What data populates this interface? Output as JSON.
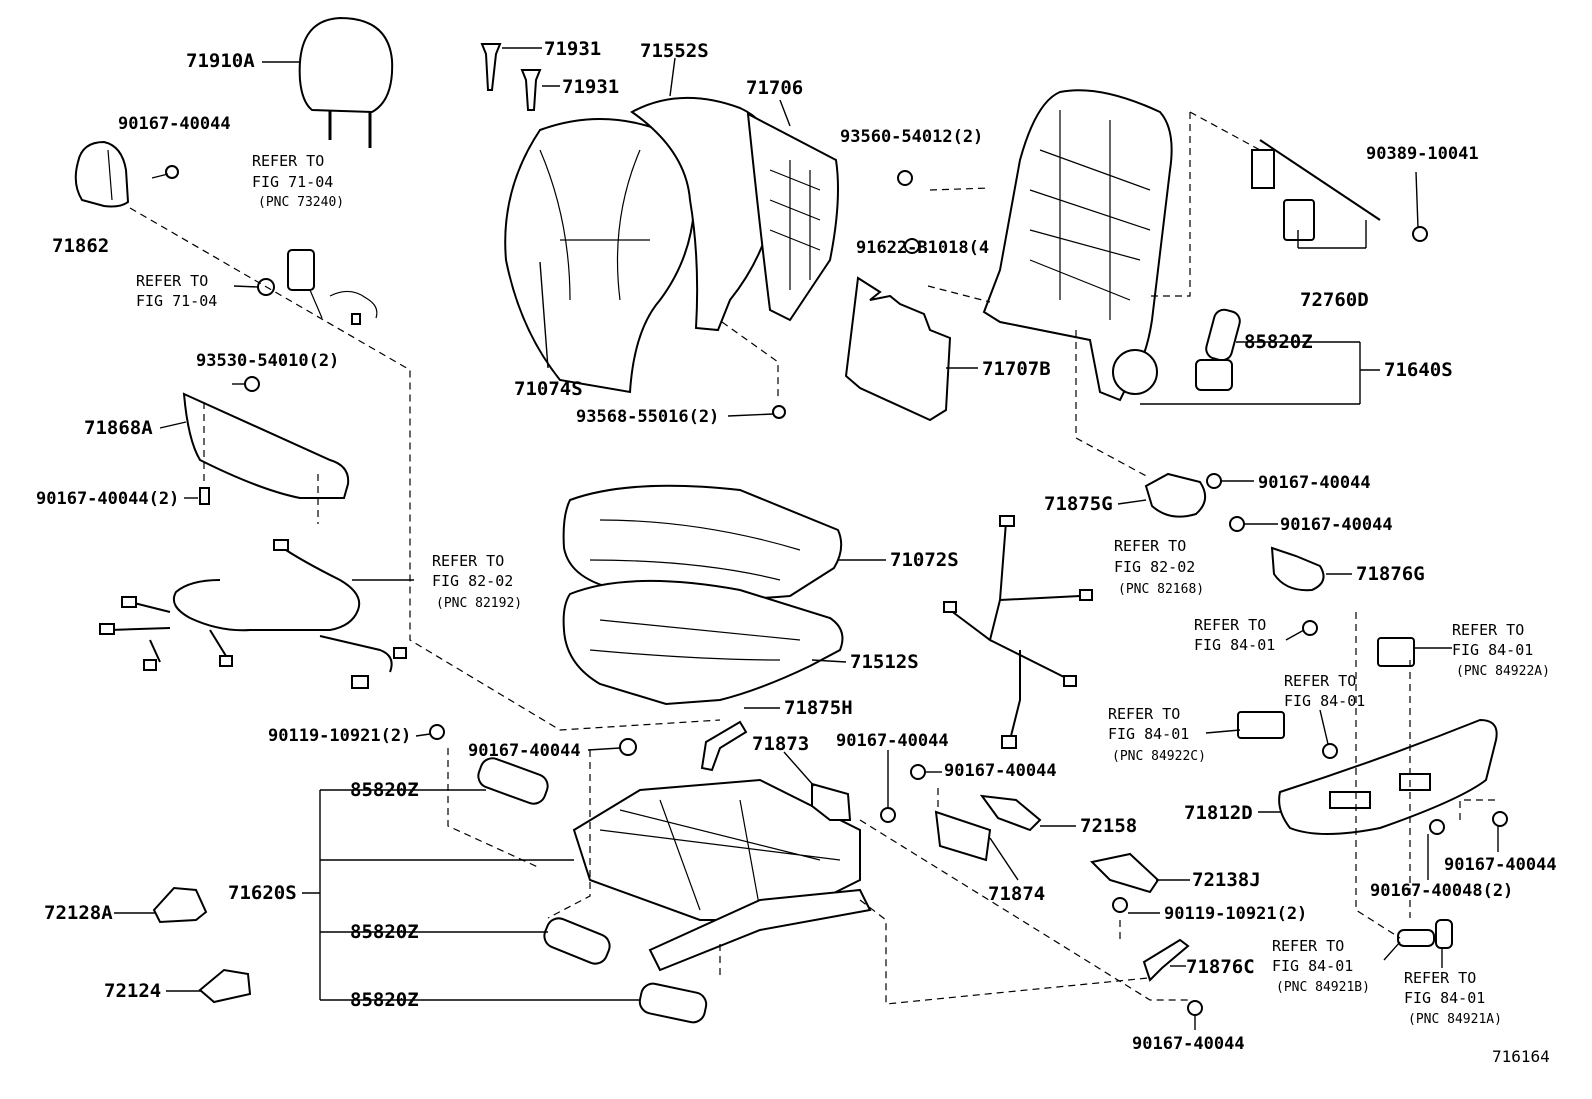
{
  "diagram_id": "716164",
  "labels": {
    "p71910A": "71910A",
    "p90167_a": "90167-40044",
    "p71862": "71862",
    "p93530": "93530-54010(2)",
    "p71868A": "71868A",
    "p90167_2": "90167-40044(2)",
    "p71931_a": "71931",
    "p71931_b": "71931",
    "p71552S": "71552S",
    "p71706": "71706",
    "p71074S": "71074S",
    "p93568": "93568-55016(2)",
    "p93560": "93560-54012(2)",
    "p91622": "91622-B1018(4",
    "p71707B": "71707B",
    "p90389": "90389-10041",
    "p72760D": "72760D",
    "p85820Z_top": "85820Z",
    "p71640S": "71640S",
    "p90167_c": "90167-40044",
    "p71875G": "71875G",
    "p90167_d": "90167-40044",
    "p71876G": "71876G",
    "p71072S": "71072S",
    "p71512S": "71512S",
    "p90167_e": "90167-40044",
    "p71875H": "71875H",
    "p90119_a": "90119-10921(2)",
    "p85820Z_1": "85820Z",
    "p71620S": "71620S",
    "p85820Z_2": "85820Z",
    "p85820Z_3": "85820Z",
    "p72128A": "72128A",
    "p72124": "72124",
    "p71873": "71873",
    "p90167_f": "90167-40044",
    "p90167_g": "90167-40044",
    "p72158": "72158",
    "p71874": "71874",
    "p72138J": "72138J",
    "p90119_b": "90119-10921(2)",
    "p71876C": "71876C",
    "p90167_h": "90167-40044",
    "p71812D": "71812D",
    "p90167_i": "90167-40044",
    "p90167_48": "90167-40048(2)"
  },
  "refs": {
    "r1": {
      "line1": "REFER TO",
      "line2": "FIG 71-04",
      "pnc": "(PNC 73240)"
    },
    "r2": {
      "line1": "REFER TO",
      "line2": "FIG 71-04"
    },
    "r3": {
      "line1": "REFER TO",
      "line2": "FIG 82-02",
      "pnc": "(PNC 82192)"
    },
    "r4": {
      "line1": "REFER TO",
      "line2": "FIG 82-02",
      "pnc": "(PNC 82168)"
    },
    "r5": {
      "line1": "REFER TO",
      "line2": "FIG 84-01"
    },
    "r6": {
      "line1": "REFER TO",
      "line2": "FIG 84-01",
      "pnc": "(PNC 84922A)"
    },
    "r7": {
      "line1": "REFER TO",
      "line2": "FIG 84-01"
    },
    "r8": {
      "line1": "REFER TO",
      "line2": "FIG 84-01",
      "pnc": "(PNC 84922C)"
    },
    "r9": {
      "line1": "REFER TO",
      "line2": "FIG 84-01",
      "pnc": "(PNC 84921B)"
    },
    "r10": {
      "line1": "REFER TO",
      "line2": "FIG 84-01",
      "pnc": "(PNC 84921A)"
    }
  }
}
